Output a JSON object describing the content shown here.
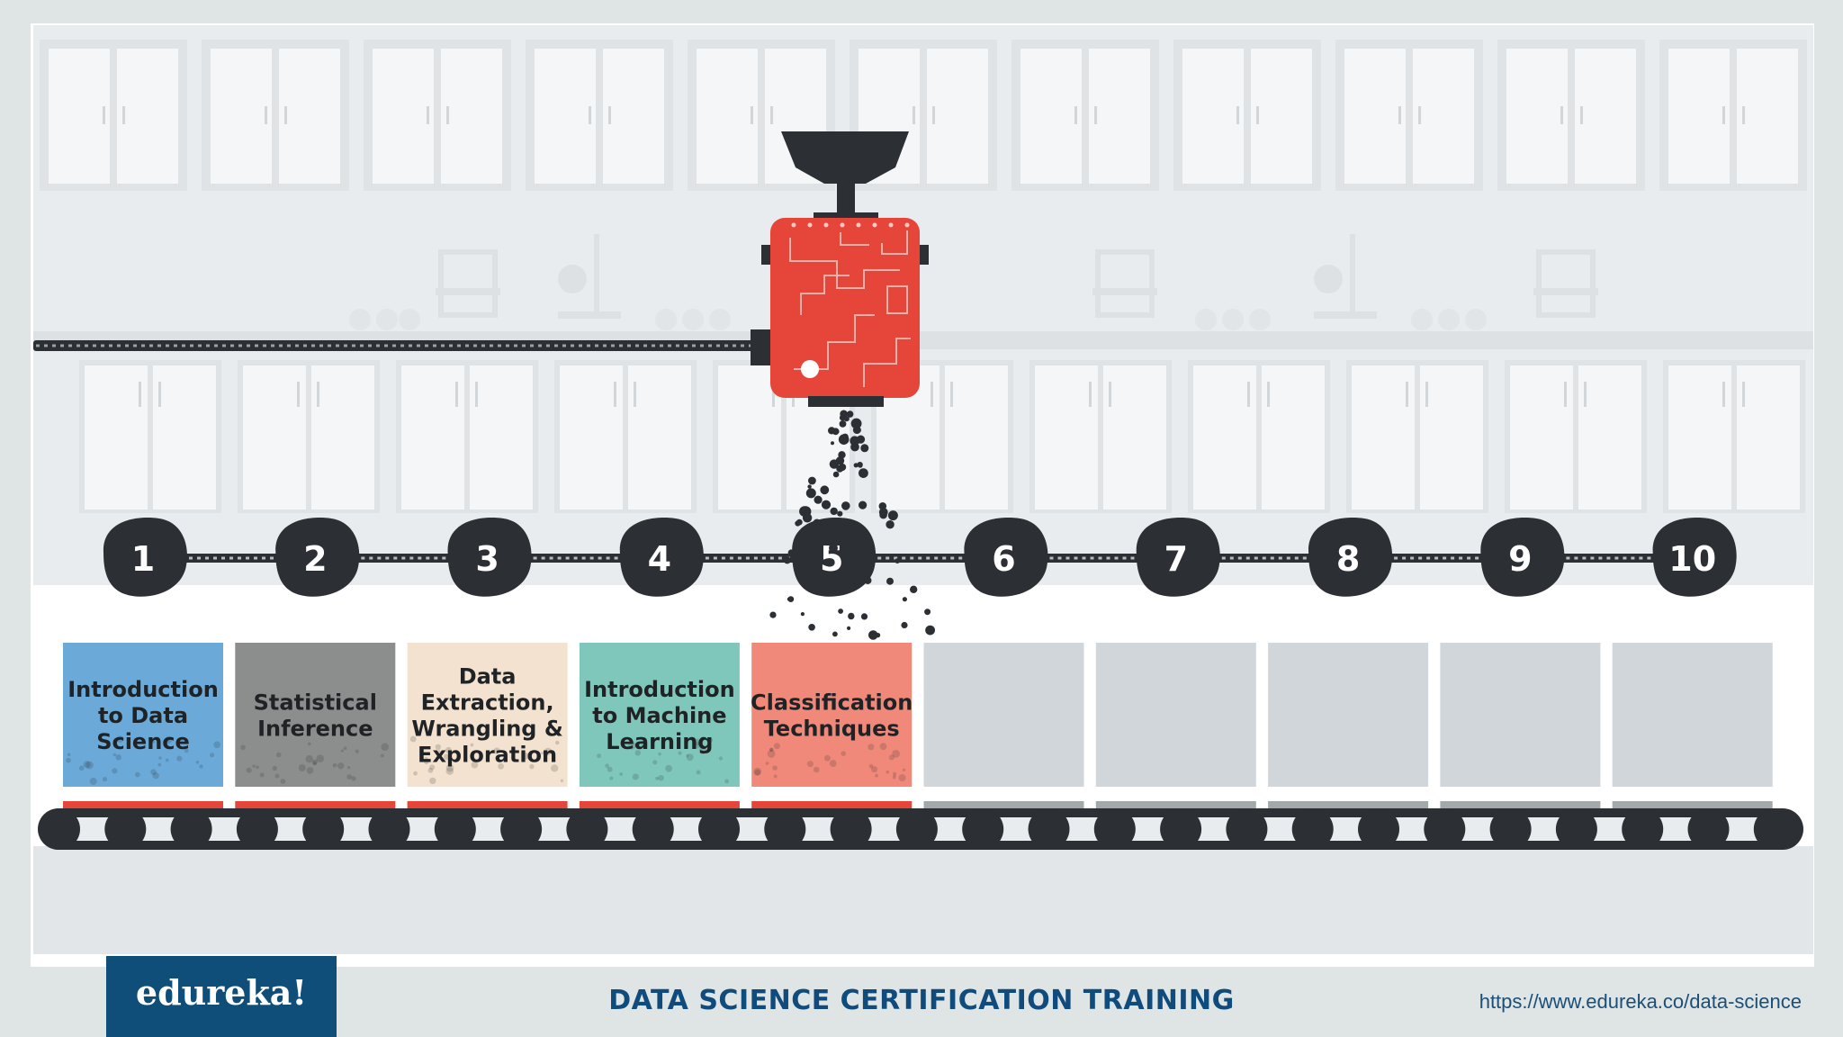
{
  "steps": [
    {
      "number": "1",
      "label": "Introduction to Data Science",
      "lines": [
        "Introduction",
        "to Data",
        "Science"
      ],
      "color": "#6aa9d8",
      "status": "done"
    },
    {
      "number": "2",
      "label": "Statistical Inference",
      "lines": [
        "Statistical",
        "Inference"
      ],
      "color": "#8c8d8d",
      "status": "done"
    },
    {
      "number": "3",
      "label": "Data Extraction, Wrangling & Exploration",
      "lines": [
        "Data",
        "Extraction,",
        "Wrangling &",
        "Exploration"
      ],
      "color": "#f2e2cf",
      "status": "done"
    },
    {
      "number": "4",
      "label": "Introduction to Machine Learning",
      "lines": [
        "Introduction",
        "to Machine",
        "Learning"
      ],
      "color": "#7fc7bb",
      "status": "done"
    },
    {
      "number": "5",
      "label": "Classification Techniques",
      "lines": [
        "Classification",
        "Techniques"
      ],
      "color": "#f0897a",
      "status": "current"
    },
    {
      "number": "6",
      "label": "",
      "lines": [],
      "color": "#d0d6da",
      "status": "pending"
    },
    {
      "number": "7",
      "label": "",
      "lines": [],
      "color": "#d0d6da",
      "status": "pending"
    },
    {
      "number": "8",
      "label": "",
      "lines": [],
      "color": "#d0d6da",
      "status": "pending"
    },
    {
      "number": "9",
      "label": "",
      "lines": [],
      "color": "#d0d6da",
      "status": "pending"
    },
    {
      "number": "10",
      "label": "",
      "lines": [],
      "color": "#d0d6da",
      "status": "pending"
    }
  ],
  "colors": {
    "machine": "#e6463a",
    "dark": "#2c2f33",
    "done_bar": "#e6463a",
    "pending_bar": "#a3a8aa",
    "brand": "#0f4e79"
  },
  "footer": {
    "logo": "edureka!",
    "title": "DATA SCIENCE CERTIFICATION TRAINING",
    "url": "https://www.edureka.co/data-science"
  }
}
